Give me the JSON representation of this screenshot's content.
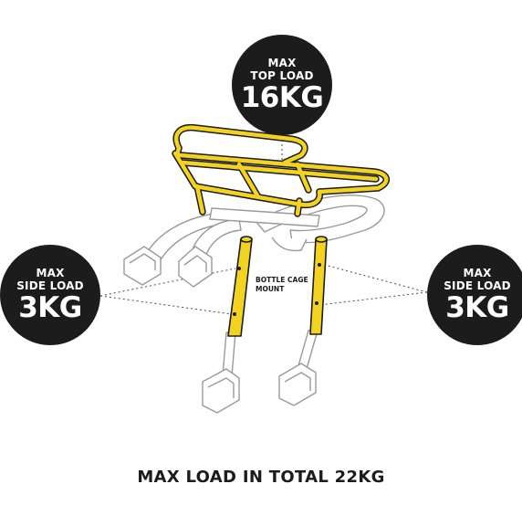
{
  "top_load": {
    "line1": "MAX",
    "line2": "TOP LOAD",
    "value": "16KG"
  },
  "left_load": {
    "line1": "MAX",
    "line2": "SIDE LOAD",
    "value": "3KG"
  },
  "right_load": {
    "line1": "MAX",
    "line2": "SIDE LOAD",
    "value": "3KG"
  },
  "bottle_cage": {
    "line1": "BOTTLE CAGE",
    "line2": "MOUNT"
  },
  "total": "MAX LOAD IN TOTAL 22KG",
  "colors": {
    "rack_yellow": "#f3d321",
    "outline": "#1c1c1c",
    "badge": "#1c1c1c",
    "ghost_part": "#ffffff",
    "ghost_outline": "#9a9a9a"
  }
}
